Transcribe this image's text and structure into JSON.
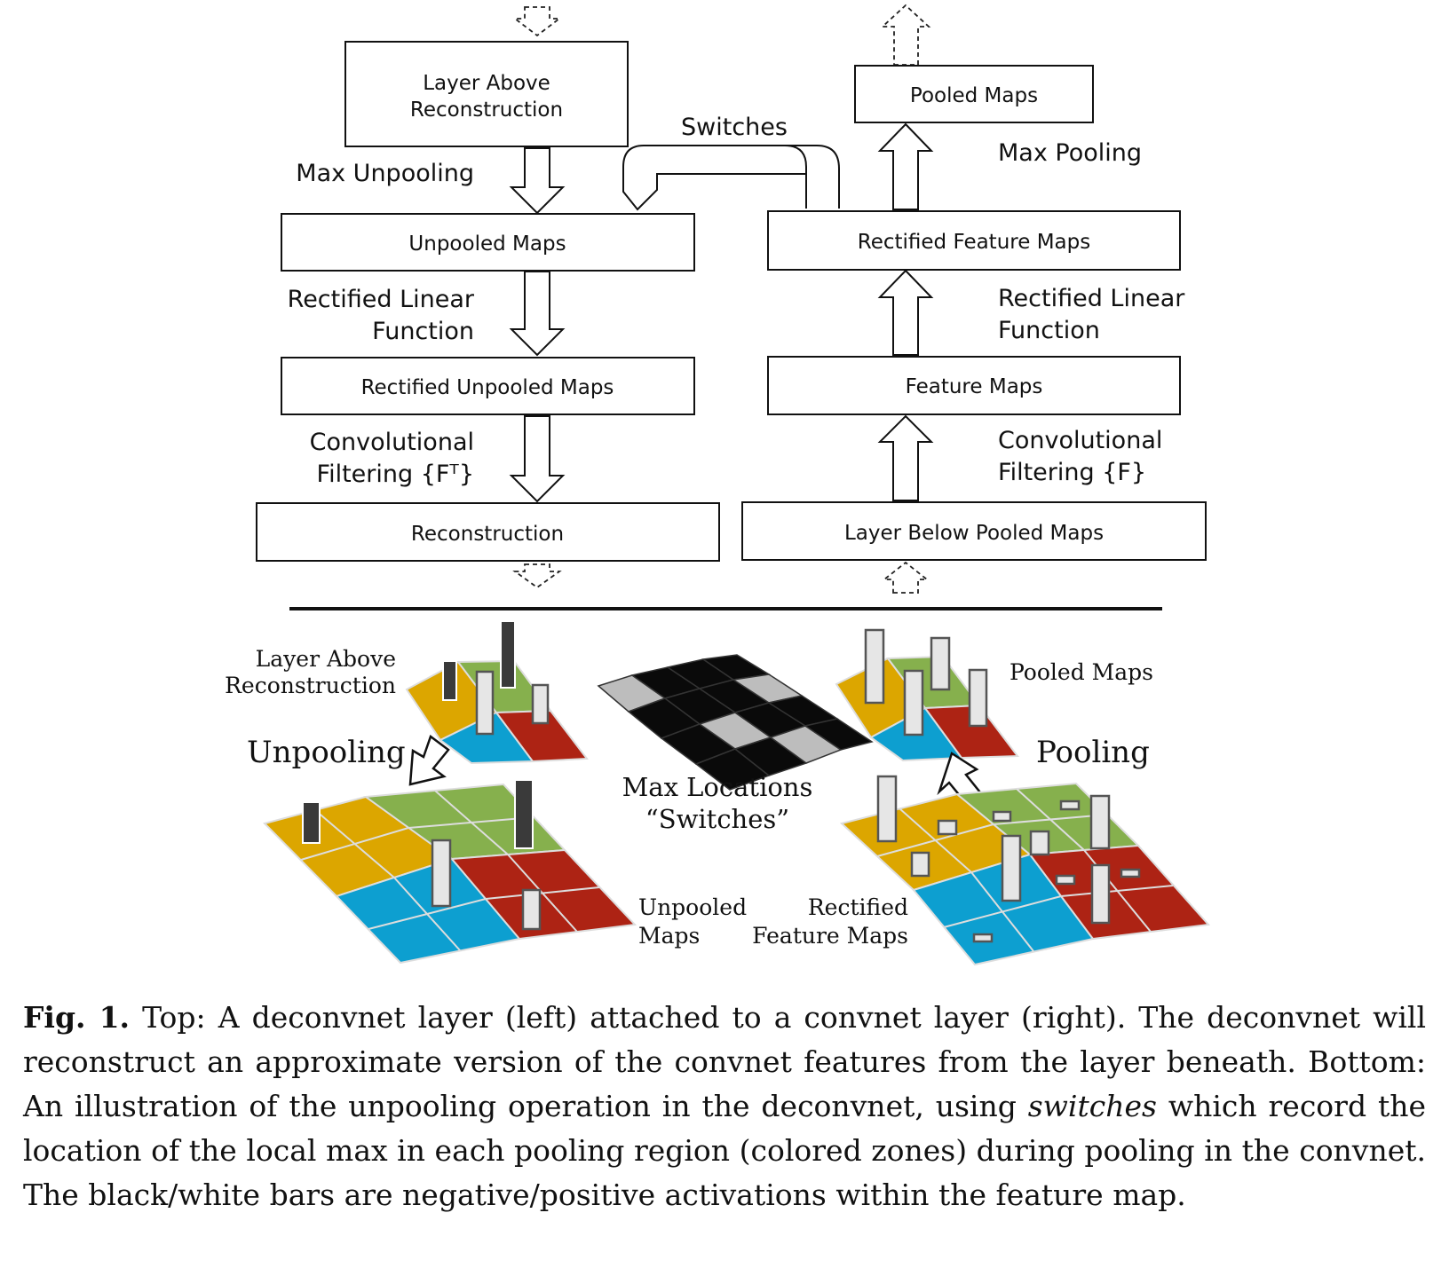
{
  "deconvnet": {
    "layer_above_line1": "Layer Above",
    "layer_above_line2": "Reconstruction",
    "max_unpooling": "Max Unpooling",
    "unpooled_maps": "Unpooled Maps",
    "relu_line1": "Rectified Linear",
    "relu_line2": "Function",
    "rectified_unpooled_maps": "Rectified Unpooled Maps",
    "conv_line1": "Convolutional",
    "conv_line2": "Filtering {Fᵀ}",
    "reconstruction": "Reconstruction"
  },
  "switches_label": "Switches",
  "convnet": {
    "pooled_maps": "Pooled Maps",
    "max_pooling": "Max Pooling",
    "rectified_feature_maps": "Rectified Feature Maps",
    "relu_line1": "Rectified Linear",
    "relu_line2": "Function",
    "feature_maps": "Feature Maps",
    "conv_line1": "Convolutional",
    "conv_line2": "Filtering {F}",
    "layer_below_pooled_maps": "Layer Below Pooled Maps"
  },
  "illustration": {
    "layer_above_line1": "Layer Above",
    "layer_above_line2": "Reconstruction",
    "unpooling": "Unpooling",
    "max_locations_line1": "Max Locations",
    "max_locations_line2": "“Switches”",
    "pooled_maps": "Pooled Maps",
    "pooling": "Pooling",
    "unpooled_line1": "Unpooled",
    "unpooled_line2": "Maps",
    "rectified_line1": "Rectified",
    "rectified_line2": "Feature Maps"
  },
  "colors": {
    "yellow": "#dca600",
    "green": "#86b04d",
    "red": "#ad2314",
    "blue": "#0d9fd0",
    "grey": "#bdbdbd",
    "black": "#0a0a0a",
    "bar_dark": "#3a3a3a",
    "bar_light": "#e6e6e6"
  },
  "caption": {
    "fig_label": "Fig. 1.",
    "text_before_em": " Top: A deconvnet layer (left) attached to a convnet layer (right). The deconvnet will reconstruct an approximate version of the convnet features from the layer beneath. Bottom: An illustration of the unpooling operation in the deconvnet, using ",
    "em": "switches",
    "text_after_em": " which record the location of the local max in each pooling region (colored zones) during pooling in the convnet. The black/white bars are negative/positive activations within the feature map."
  }
}
